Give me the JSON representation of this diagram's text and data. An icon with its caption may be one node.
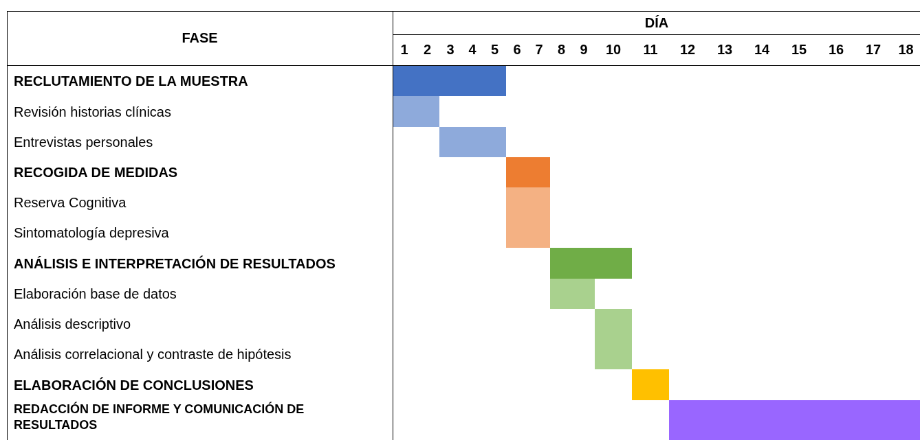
{
  "diagram": {
    "nodes": [
      {
        "text": [],
        "shape": "bar"
      },
      {
        "text": [],
        "shape": "bar"
      },
      {
        "text": [],
        "shape": "bar"
      },
      {
        "text": [],
        "shape": "bar"
      },
      {
        "text": [],
        "shape": "bar"
      },
      {
        "text": [],
        "shape": "bar"
      },
      {
        "text": [],
        "shape": "bar"
      },
      {
        "text": [],
        "shape": "bar"
      },
      {
        "text": [],
        "shape": "bar"
      },
      {
        "text": [],
        "shape": "bar"
      },
      {
        "text": [],
        "shape": "bar"
      },
      {
        "text": [],
        "shape": "bar"
      }
    ],
    "edges": [],
    "labels": [
      "FASE",
      "DÍA",
      "1",
      "2",
      "3",
      "4",
      "5",
      "6",
      "7",
      "8",
      "9",
      "10",
      "11",
      "12",
      "13",
      "14",
      "15",
      "16",
      "17",
      "18",
      "RECLUTAMIENTO DE LA MUESTRA",
      "Revisión historias clínicas",
      "Entrevistas personales",
      "RECOGIDA DE MEDIDAS",
      "Reserva Cognitiva",
      "Sintomatología depresiva",
      "ANÁLISIS E INTERPRETACIÓN DE RESULTADOS",
      "Elaboración base de datos",
      "Análisis descriptivo",
      "Análisis correlacional y contraste de hipótesis",
      "ELABORACIÓN DE CONCLUSIONES",
      "REDACCIÓN DE INFORME Y COMUNICACIÓN DE RESULTADOS"
    ]
  }
}
